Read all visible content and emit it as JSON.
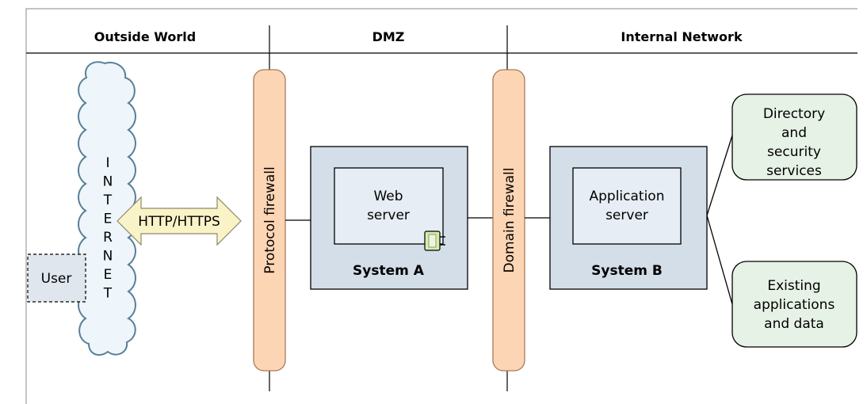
{
  "zones": {
    "outside": "Outside World",
    "dmz": "DMZ",
    "internal": "Internal Network"
  },
  "internet": {
    "letters": [
      "I",
      "N",
      "T",
      "E",
      "R",
      "N",
      "E",
      "T"
    ]
  },
  "user_label": "User",
  "protocol_label": "HTTP/HTTPS",
  "firewalls": {
    "protocol": "Protocol firewall",
    "domain": "Domain firewall"
  },
  "system_a": {
    "title": "System A",
    "server_line1": "Web",
    "server_line2": "server"
  },
  "system_b": {
    "title": "System B",
    "server_line1": "Application",
    "server_line2": "server"
  },
  "services": {
    "directory": [
      "Directory",
      "and",
      "security",
      "services"
    ],
    "existing": [
      "Existing",
      "applications",
      "and data"
    ]
  },
  "colors": {
    "firewall_fill": "#fcd5b4",
    "firewall_stroke": "#a87a58",
    "system_fill": "#d3dee8",
    "inner_fill": "#e6edf4",
    "service_fill": "#e6f2e6",
    "arrow_fill": "#fbf3c8",
    "cloud_fill": "#eef5fb",
    "cloud_stroke": "#5a7f97",
    "user_fill": "#dfe6ee"
  }
}
